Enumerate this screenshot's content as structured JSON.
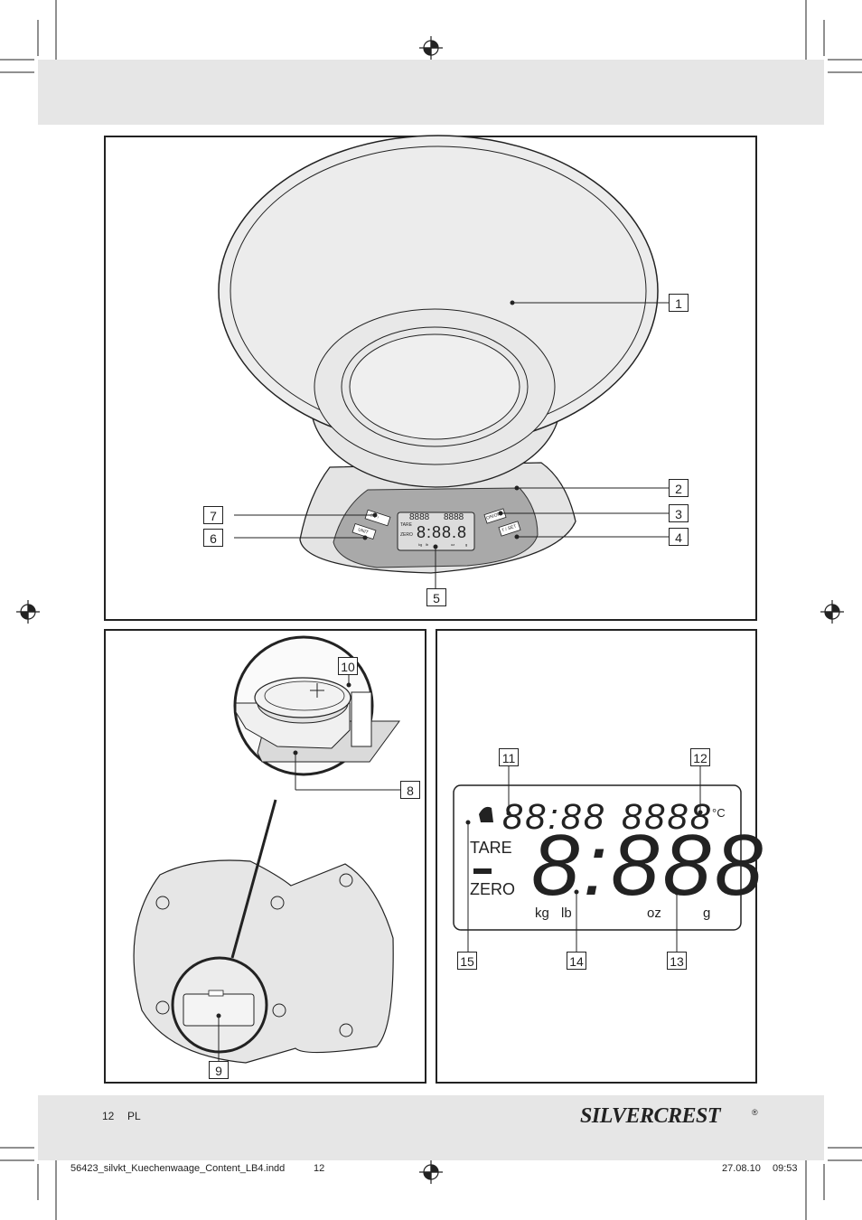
{
  "callouts": {
    "c1": "1",
    "c2": "2",
    "c3": "3",
    "c4": "4",
    "c5": "5",
    "c6": "6",
    "c7": "7",
    "c8": "8",
    "c9": "9",
    "c10": "10",
    "c11": "11",
    "c12": "12",
    "c13": "13",
    "c14": "14",
    "c15": "15"
  },
  "small_display": {
    "top_digits_left": "8888",
    "top_digits_right": "8888",
    "main_digits": "8:88.8",
    "tare": "TARE",
    "zero": "ZERO",
    "units": [
      "kg",
      "lb",
      "oz",
      "g"
    ],
    "buttons": {
      "timer_label": "⏱ / ↑",
      "unit_label": "UNIT",
      "on_off_label": "ON/OFF",
      "temp_label": "T / SET"
    }
  },
  "lcd": {
    "timer_digits": "88:88",
    "temp_digits": "8888",
    "temp_unit": "°C",
    "main_digits": "8:888",
    "tare": "TARE",
    "dash": "▬",
    "zero": "ZERO",
    "units": {
      "kg": "kg",
      "lb": "lb",
      "oz": "oz",
      "g": "g"
    }
  },
  "footer": {
    "page_number": "12",
    "language": "PL",
    "brand": "SILVERCREST",
    "brand_mark": "®",
    "file_name": "56423_silvkt_Kuechenwaage_Content_LB4.indd",
    "file_page": "12",
    "date": "27.08.10",
    "time": "09:53"
  },
  "colors": {
    "band_gray": "#e6e6e6",
    "bowl_fill": "#ececec",
    "panel_dark": "#a9a9a9",
    "line": "#222222"
  }
}
